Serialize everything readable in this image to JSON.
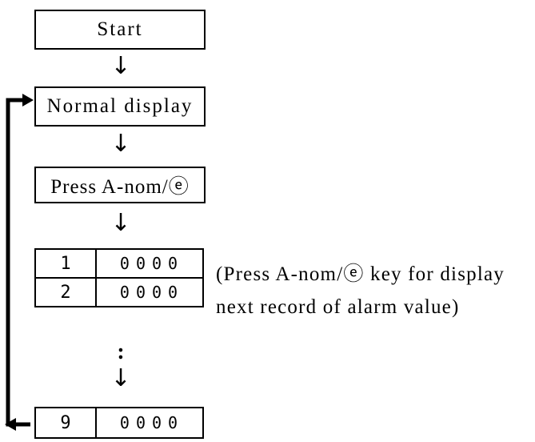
{
  "nodes": {
    "start": "Start",
    "normal_display": "Normal display",
    "press_key": "Press A-nom/ⓔ"
  },
  "records": [
    {
      "index": "1",
      "value": "0000"
    },
    {
      "index": "2",
      "value": "0000"
    },
    {
      "index": "9",
      "value": "0000"
    }
  ],
  "ellipsis": ":",
  "notes": {
    "line1": "(Press A-nom/ⓔ key for display",
    "line2": "next record of alarm value)"
  },
  "arrows": {
    "down": "↓"
  }
}
